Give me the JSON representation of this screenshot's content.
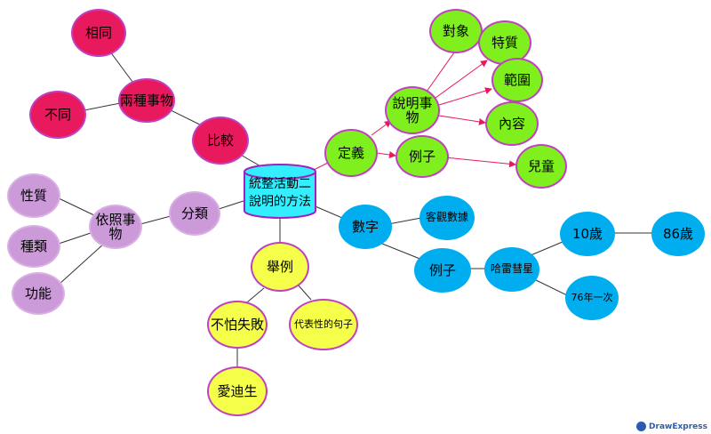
{
  "center": {
    "label": "統整活動二\n說明的方法"
  },
  "nodes": {
    "compare": "比較",
    "two_things": "兩種事物",
    "same": "相同",
    "different": "不同",
    "define": "定義",
    "explain_thing": "說明事物",
    "object": "對象",
    "trait": "特質",
    "scope": "範圍",
    "content": "內容",
    "example_green": "例子",
    "children": "兒童",
    "classify": "分類",
    "by_thing": "依照事物",
    "nature": "性質",
    "kind": "種類",
    "function": "功能",
    "examples": "舉例",
    "not_afraid": "不怕失敗",
    "representative": "代表性的句子",
    "edison": "愛迪生",
    "numbers": "數字",
    "objective_data": "客觀數據",
    "example_blue": "例子",
    "halley": "哈雷彗星",
    "age10": "10歲",
    "age86": "86歲",
    "every76": "76年一次"
  },
  "colors": {
    "red": "#e8195c",
    "green": "#7ff01e",
    "purple": "#cc99d9",
    "yellow": "#f5ff4a",
    "blue": "#00aef0",
    "center": "#33eeff",
    "arrow": "#e8195c"
  },
  "brand": {
    "text": "DrawExpress"
  }
}
